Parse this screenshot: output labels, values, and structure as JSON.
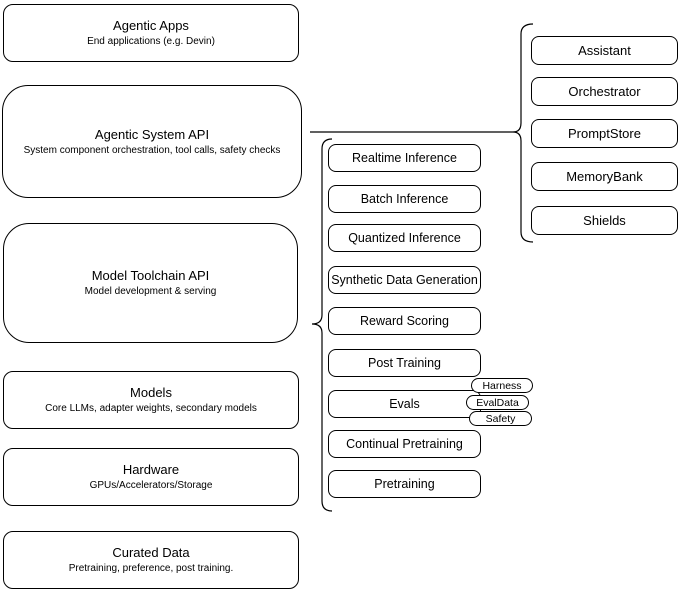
{
  "diagram": {
    "left_stack": [
      {
        "title": "Agentic Apps",
        "subtitle": "End applications (e.g. Devin)"
      },
      {
        "title": "Agentic System API",
        "subtitle": "System component orchestration, tool calls, safety checks"
      },
      {
        "title": "Model Toolchain API",
        "subtitle": "Model development & serving"
      },
      {
        "title": "Models",
        "subtitle": "Core LLMs, adapter weights, secondary models"
      },
      {
        "title": "Hardware",
        "subtitle": "GPUs/Accelerators/Storage"
      },
      {
        "title": "Curated Data",
        "subtitle": "Pretraining, preference, post training."
      }
    ],
    "toolchain_services": [
      "Realtime Inference",
      "Batch Inference",
      "Quantized Inference",
      "Synthetic Data Generation",
      "Reward Scoring",
      "Post Training",
      "Evals",
      "Continual Pretraining",
      "Pretraining"
    ],
    "eval_tags": [
      "Harness",
      "EvalData",
      "Safety"
    ],
    "system_components": [
      "Assistant",
      "Orchestrator",
      "PromptStore",
      "MemoryBank",
      "Shields"
    ],
    "colors": {
      "stroke": "#000000",
      "text": "#000000",
      "background": "#ffffff"
    }
  }
}
